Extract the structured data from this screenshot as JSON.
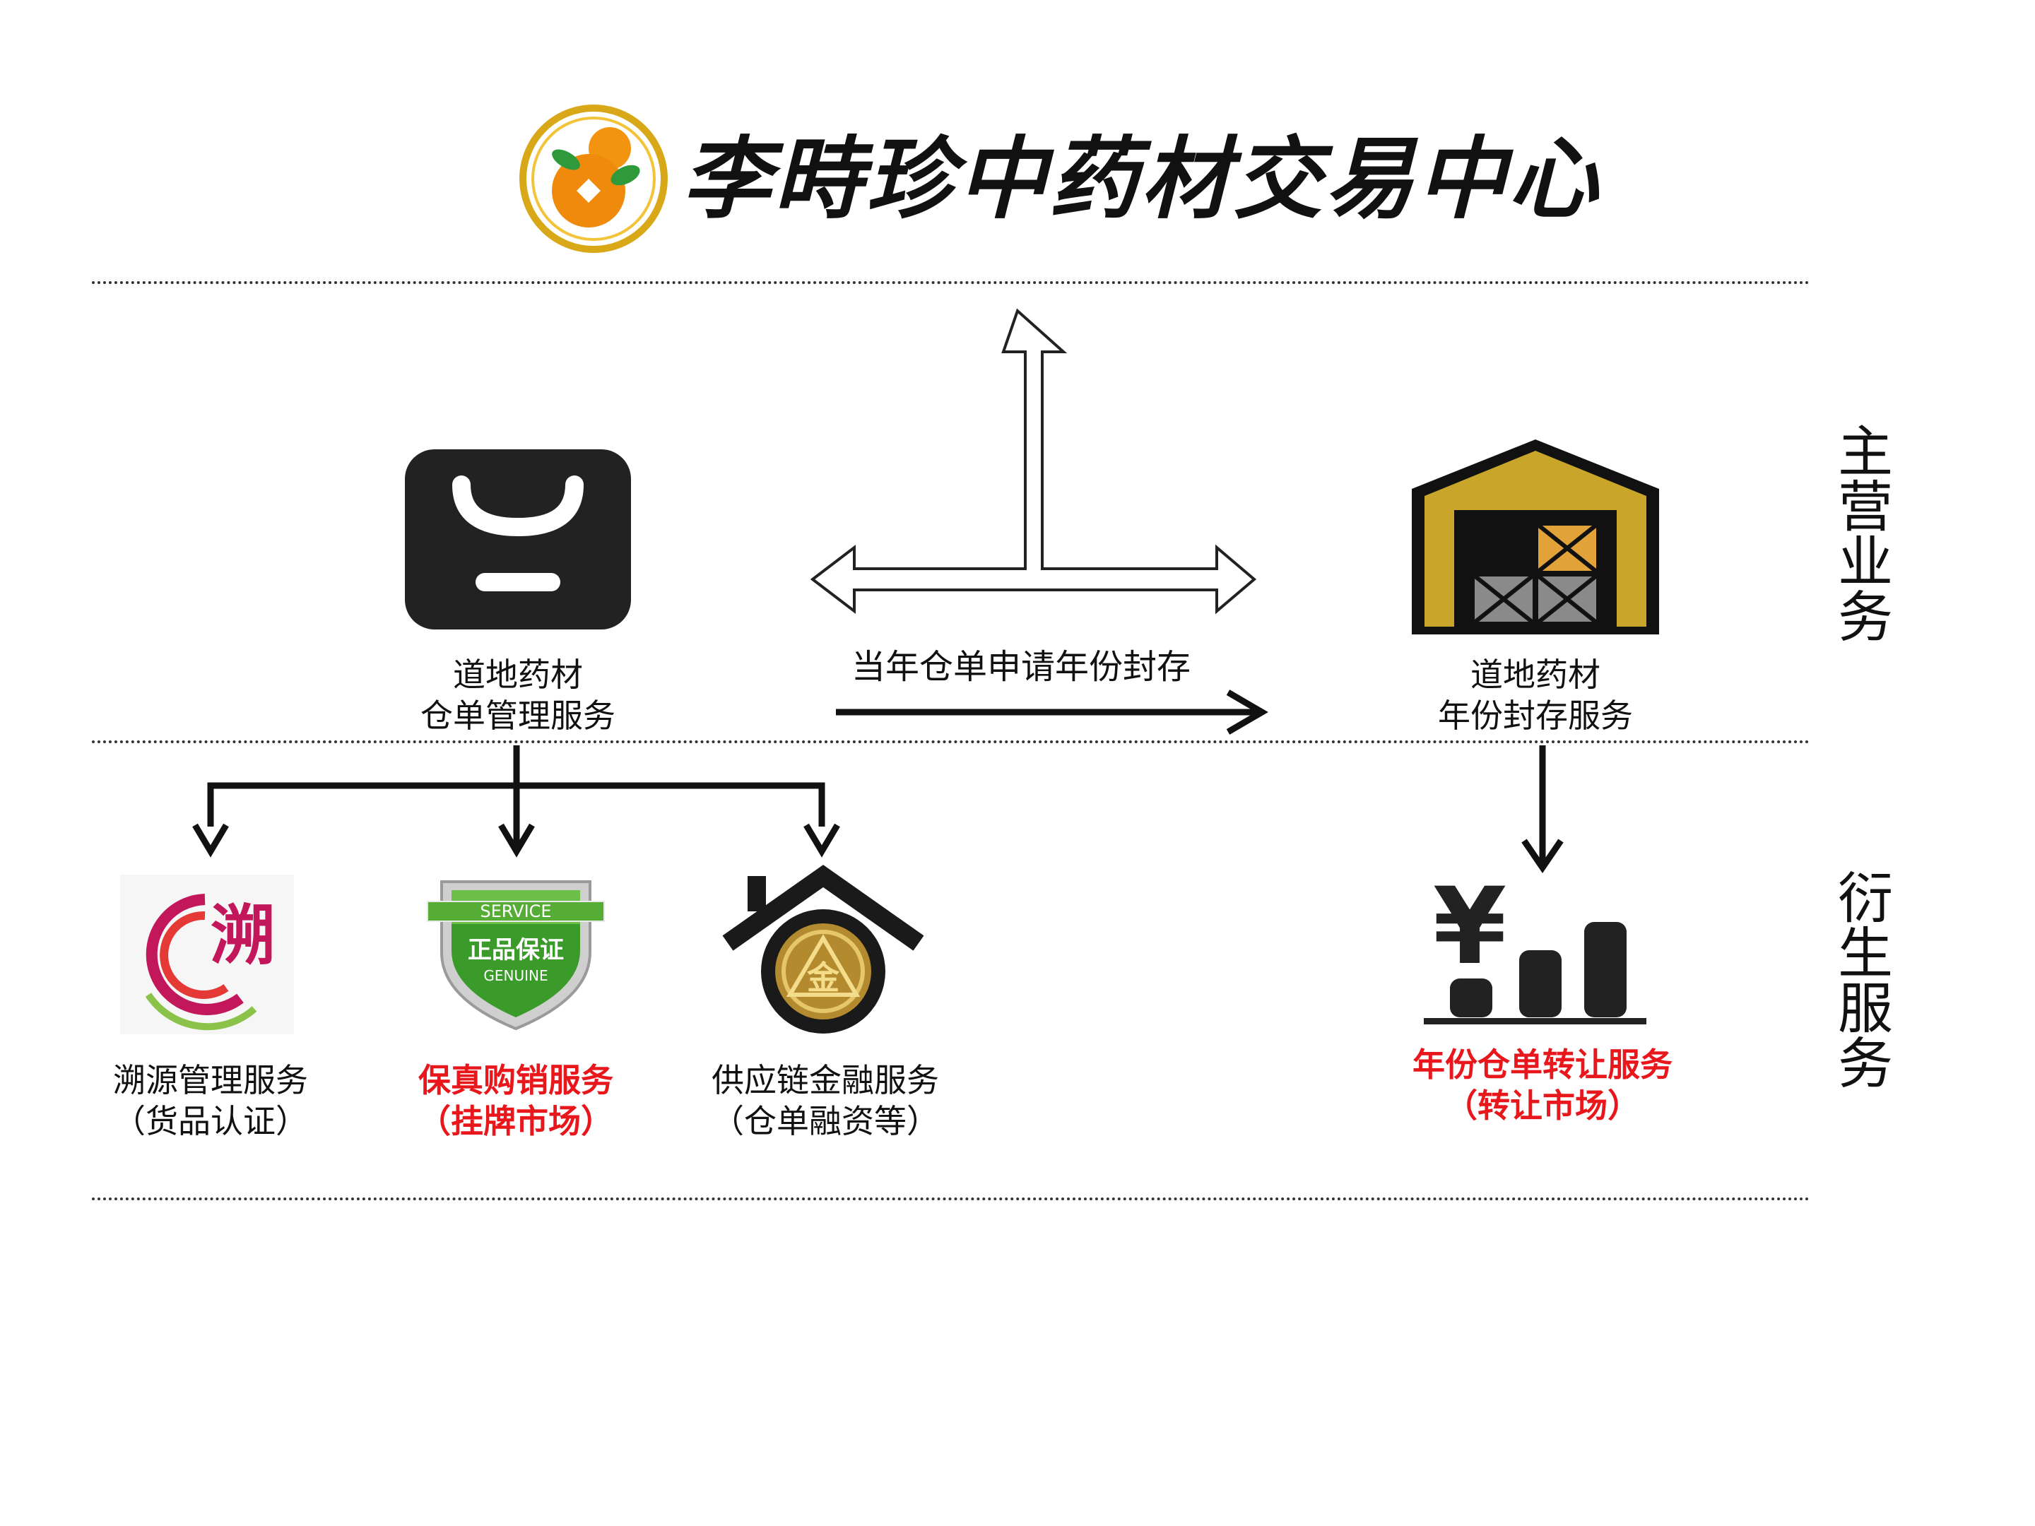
{
  "title": "李時珍中药材交易中心",
  "colors": {
    "accent_red": "#e8171c",
    "gold": "#c9a52a",
    "dark": "#222222",
    "orange": "#f08a0c",
    "green": "#3b9b2a",
    "magenta": "#c2185b"
  },
  "sections": {
    "main": "主营业务",
    "derived": "衍生服务"
  },
  "nodes": {
    "warehouse_receipt": {
      "line1": "道地药材",
      "line2": "仓单管理服务",
      "icon": "bag-icon"
    },
    "year_storage": {
      "line1": "道地药材",
      "line2": "年份封存服务",
      "icon": "warehouse-icon"
    },
    "traceability": {
      "line1": "溯源管理服务",
      "line2": "（货品认证）",
      "icon": "trace-icon"
    },
    "authentic_sales": {
      "line1": "保真购销服务",
      "line2": "（挂牌市场）",
      "icon": "genuine-shield-icon",
      "badge_top": "SERVICE",
      "badge_mid": "正品保证",
      "badge_bottom": "GENUINE"
    },
    "supply_finance": {
      "line1": "供应链金融服务",
      "line2": "（仓单融资等）",
      "icon": "finance-house-icon"
    },
    "transfer": {
      "line1": "年份仓单转让服务",
      "line2": "（转让市场）",
      "icon": "yuan-chart-icon"
    }
  },
  "edge_label": "当年仓单申请年份封存",
  "icon_text": {
    "trace_char": "溯",
    "finance_char": "金",
    "yuan": "¥"
  }
}
